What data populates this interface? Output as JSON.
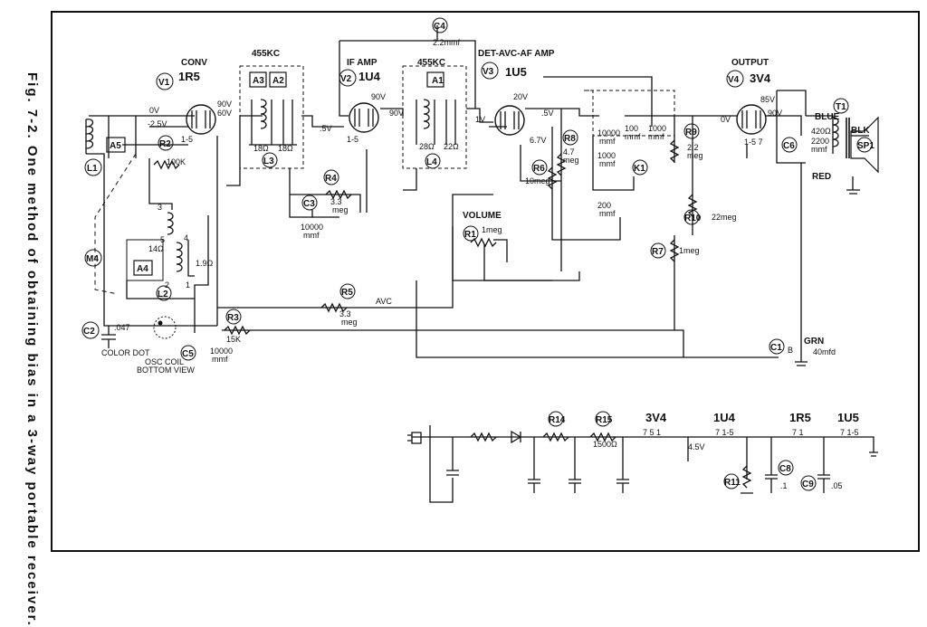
{
  "caption": "Fig. 7-2. One method of obtaining bias in a 3-way portable receiver.",
  "labels": {
    "conv": "CONV",
    "tube_1r5": "1R5",
    "kc1": "455KC",
    "if_amp": "IF AMP",
    "tube_1u4": "1U4",
    "kc2": "455KC",
    "c4_value": "2.2mmf",
    "det_avc_af": "DET-AVC-AF AMP",
    "tube_1u5": "1U5",
    "output": "OUTPUT",
    "tube_3v4": "3V4"
  },
  "refs": {
    "l1": "L1",
    "v1": "V1",
    "a5": "A5",
    "m4": "M4",
    "a4": "A4",
    "c2": "C2",
    "r2": "R2",
    "l2": "L2",
    "a3": "A3",
    "a2": "A2",
    "l3": "L3",
    "c3": "C3",
    "r4": "R4",
    "r5": "R5",
    "r3": "R3",
    "c5": "C5",
    "v2": "V2",
    "c4": "C4",
    "a1": "A1",
    "l4": "L4",
    "v3": "V3",
    "r8": "R8",
    "r6": "R6",
    "k1": "K1",
    "r1": "R1",
    "r9": "R9",
    "r10": "R10",
    "r7": "R7",
    "v4": "V4",
    "t1": "T1",
    "c6": "C6",
    "sp1": "SP1",
    "c1": "C1",
    "r14": "R14",
    "r15": "R15",
    "r11": "R11",
    "c8": "C8",
    "c9": "C9"
  },
  "values": {
    "v0a": "0V",
    "v90a": "90V",
    "v60": "60V",
    "vneg25": "-2.5V",
    "v1_5a": "1-5",
    "r100k": "100K",
    "r14": "14Ω",
    "r1_9": "1.9Ω",
    "c047": ".047",
    "color_dot": "COLOR DOT",
    "osc_coil": "OSC COIL",
    "bottom_view": "BOTTOM VIEW",
    "c10000a": "10000",
    "mmf": "mmf",
    "r15k": "15K",
    "r18a": "18Ω",
    "r18b": "18Ω",
    "v05": ".5V",
    "v90b": "90V",
    "v90c": "90V",
    "v1_5b": "1-5",
    "m33a": "3.3",
    "meg_a": "meg",
    "c10000b": "10000",
    "mmf2": "mmf",
    "avc": "AVC",
    "m33b": "3.3",
    "meg_b": "meg",
    "r28": "28Ω",
    "r22": "22Ω",
    "v1v": "1V",
    "v20": "20V",
    "v15": ".5V",
    "v67": "6.7V",
    "m47": "4.7",
    "meg_c": "meg",
    "m10": "10meg",
    "c10000c": "10000",
    "mmf3": "mmf",
    "c100": "100",
    "mmf4": "mmf",
    "c1000a": "1000",
    "mmf5": "mmf",
    "c1000b": "1000",
    "mmf6": "mmf",
    "c200": "200",
    "mmf7": "mmf",
    "volume": "VOLUME",
    "m1a": "1meg",
    "m22a": "2.2",
    "meg_d": "meg",
    "m22b": "22meg",
    "m1b": "1meg",
    "v0b": "0V",
    "v85": "85V",
    "v90d": "90V",
    "pins_v4": "1-5 7",
    "blue": "BLUE",
    "r420": "420Ω",
    "c2200": "2200",
    "mmf8": "mmf",
    "red": "RED",
    "blk": "BLK",
    "grn": "GRN",
    "b_label": "B",
    "c40": "40mfd",
    "r1500": "1500Ω",
    "h3v4": "3V4",
    "h1u4": "1U4",
    "h1r5": "1R5",
    "h1u5": "1U5",
    "pins_3v4": "7 5 1",
    "pins_1u4": "7 1-5",
    "pins_1r5": "7 1",
    "pins_1u5": "7 1-5",
    "v45": "4.5V",
    "c_1": ".1",
    "c_05": ".05",
    "pin3": "3",
    "pin5": "5",
    "pin4": "4",
    "pin2": "2",
    "pin1": "1"
  }
}
